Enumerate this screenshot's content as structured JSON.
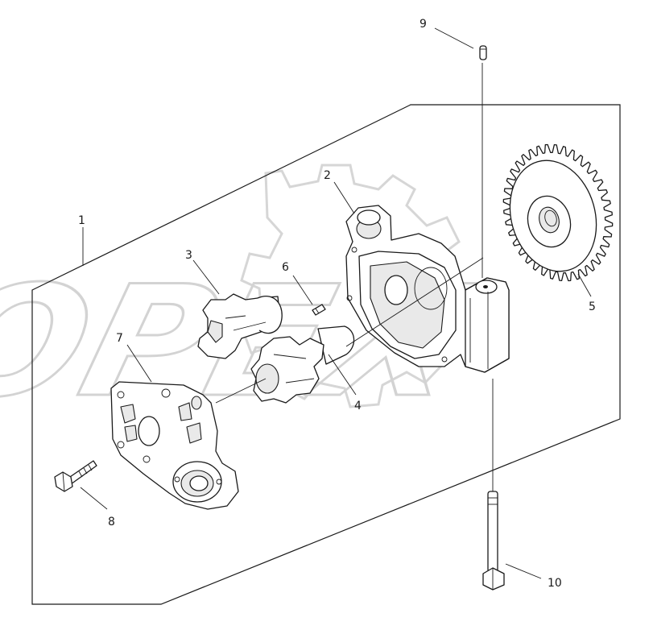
{
  "diagram": {
    "watermark_text": "OPEX",
    "callouts": [
      {
        "id": "callout-1",
        "label": "1"
      },
      {
        "id": "callout-2",
        "label": "2"
      },
      {
        "id": "callout-3",
        "label": "3"
      },
      {
        "id": "callout-4",
        "label": "4"
      },
      {
        "id": "callout-5",
        "label": "5"
      },
      {
        "id": "callout-6",
        "label": "6"
      },
      {
        "id": "callout-7",
        "label": "7"
      },
      {
        "id": "callout-8",
        "label": "8"
      },
      {
        "id": "callout-9",
        "label": "9"
      },
      {
        "id": "callout-10",
        "label": "10"
      }
    ]
  }
}
